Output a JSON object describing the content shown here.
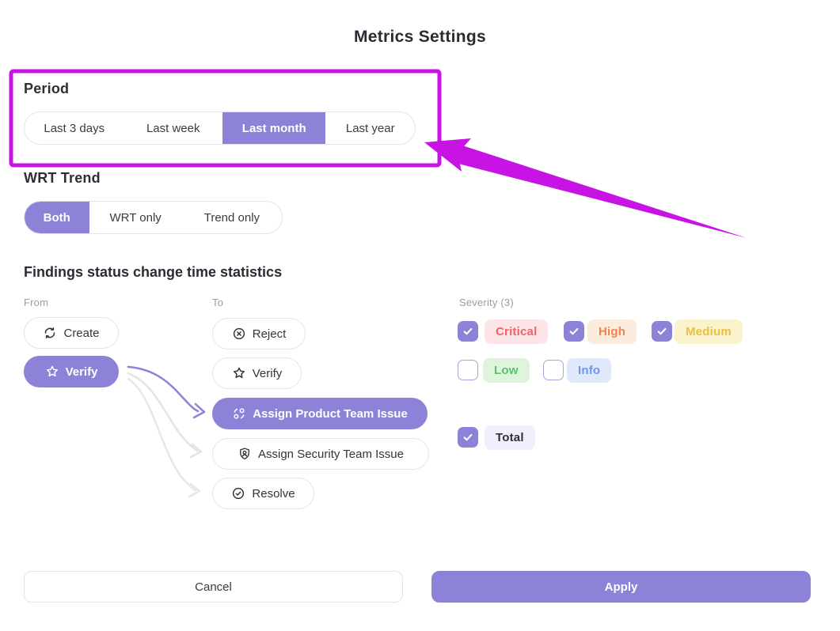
{
  "title": "Metrics Settings",
  "colors": {
    "accent": "#8c82d8",
    "annotation": "#c713e4",
    "arrow_gray": "#e3e3ea"
  },
  "period": {
    "label": "Period",
    "options": [
      {
        "label": "Last 3 days",
        "selected": false
      },
      {
        "label": "Last week",
        "selected": false
      },
      {
        "label": "Last month",
        "selected": true
      },
      {
        "label": "Last year",
        "selected": false
      }
    ]
  },
  "wrt_trend": {
    "label": "WRT Trend",
    "options": [
      {
        "label": "Both",
        "selected": true
      },
      {
        "label": "WRT only",
        "selected": false
      },
      {
        "label": "Trend only",
        "selected": false
      }
    ]
  },
  "findings": {
    "heading": "Findings status change time statistics",
    "from_label": "From",
    "to_label": "To",
    "from_options": [
      {
        "label": "Create",
        "icon": "refresh-icon",
        "selected": false
      },
      {
        "label": "Verify",
        "icon": "star-icon",
        "selected": true
      }
    ],
    "to_options": [
      {
        "label": "Reject",
        "icon": "x-circle-icon",
        "selected": false
      },
      {
        "label": "Verify",
        "icon": "star-icon",
        "selected": false
      },
      {
        "label": "Assign Product Team Issue",
        "icon": "team-sync-icon",
        "selected": true
      },
      {
        "label": "Assign Security Team Issue",
        "icon": "security-badge-icon",
        "selected": false
      },
      {
        "label": "Resolve",
        "icon": "check-circle-icon",
        "selected": false
      }
    ]
  },
  "severity": {
    "label": "Severity (3)",
    "options": [
      {
        "label": "Critical",
        "checked": true,
        "text_color": "#f2606a",
        "bg_color": "#fde5e7"
      },
      {
        "label": "High",
        "checked": true,
        "text_color": "#f3824f",
        "bg_color": "#fbecdd"
      },
      {
        "label": "Medium",
        "checked": true,
        "text_color": "#e7c23f",
        "bg_color": "#fbf3cd"
      },
      {
        "label": "Low",
        "checked": false,
        "text_color": "#58c16d",
        "bg_color": "#def5dc"
      },
      {
        "label": "Info",
        "checked": false,
        "text_color": "#6d95ee",
        "bg_color": "#dfe9fb"
      }
    ]
  },
  "total": {
    "label": "Total",
    "checked": true,
    "text_color": "#2f2f3a",
    "bg_color": "#f1effb"
  },
  "footer": {
    "cancel_label": "Cancel",
    "apply_label": "Apply"
  }
}
